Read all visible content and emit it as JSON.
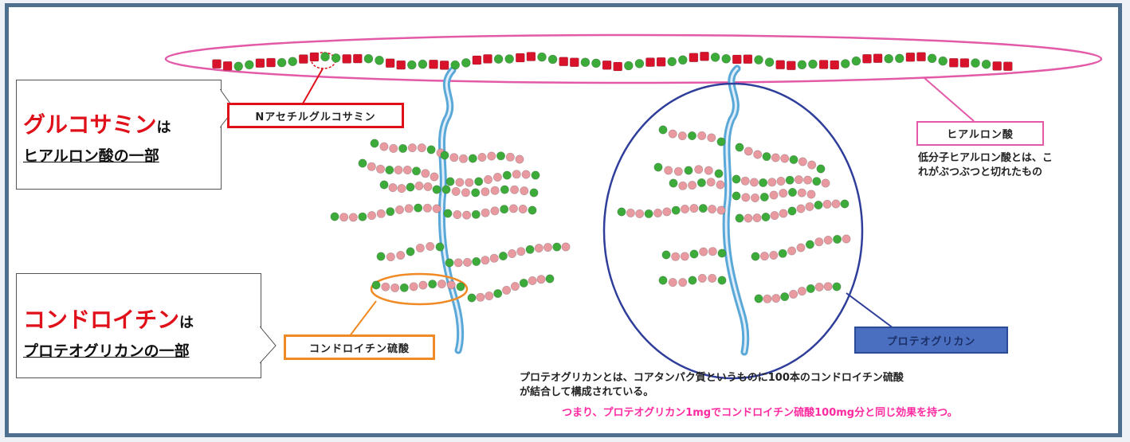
{
  "glucosamine_box": {
    "highlight": "グルコサミン",
    "particle": "は",
    "subtitle": "ヒアルロン酸の一部"
  },
  "chondroitin_box": {
    "highlight": "コンドロイチン",
    "particle": "は",
    "subtitle": "プロテオグリカンの一部"
  },
  "labels": {
    "n_acetyl": "Nアセチルグルコサミン",
    "hyaluronic": "ヒアルロン酸",
    "chondroitin_sulfate": "コンドロイチン硫酸",
    "proteoglycan": "プロテオグリカン"
  },
  "hyaluronic_note": [
    "低分子ヒアルロン酸とは、こ",
    "れがぶつぶつと切れたもの"
  ],
  "proteoglycan_note": [
    "プロテオグリカンとは、コアタンパク質というものに100本のコンドロイチン硫酸",
    "が結合して構成されている。"
  ],
  "highlight_note": "つまり、プロテオグリカン1mgでコンドロイチン硫酸100mg分と同じ効果を持つ。",
  "colors": {
    "frame": "#4f6f8f",
    "highlight_red": "#e0101a",
    "hyaluronic_red": "#d8122a",
    "bead_green": "#3cab3a",
    "bead_pink": "#e89aa0",
    "core_protein": "#5aa8d8",
    "ellipse_pink": "#e25aa8",
    "circle_blue": "#2f3e9a",
    "orange": "#f08a24",
    "proteoglycan_label_bg": "#4a6ec0"
  }
}
